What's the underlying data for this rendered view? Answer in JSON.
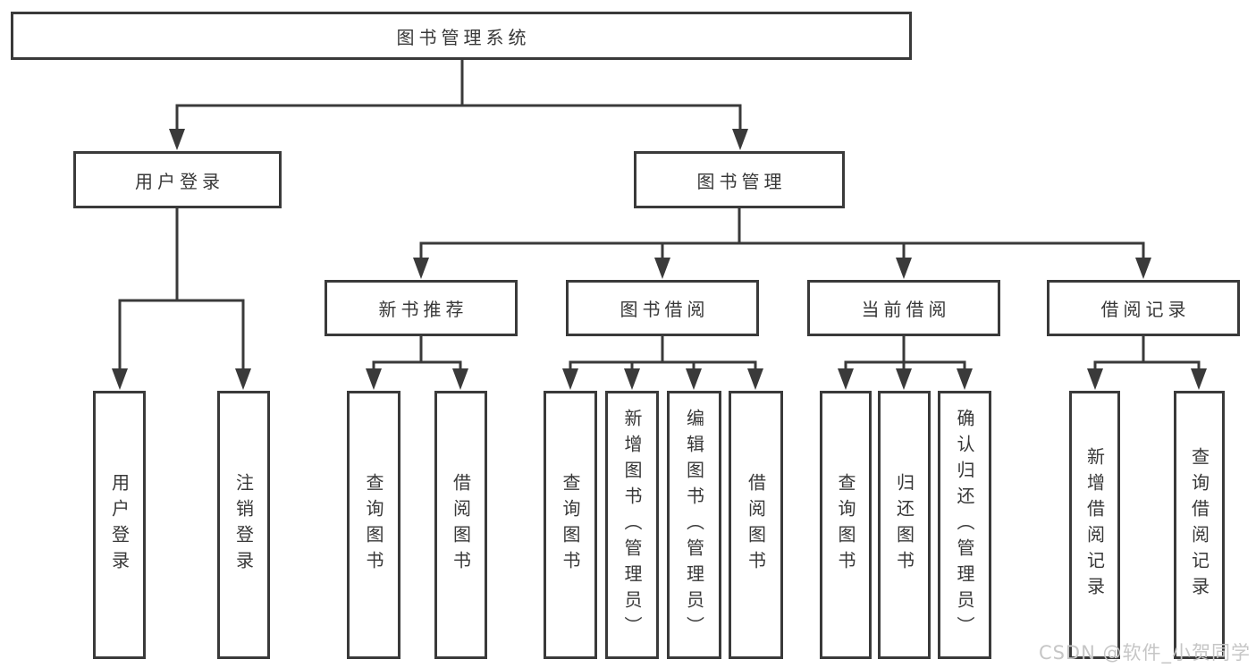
{
  "diagram": {
    "root": {
      "label": "图书管理系统"
    },
    "level2": [
      {
        "label": "用户登录"
      },
      {
        "label": "图书管理"
      }
    ],
    "level3": [
      {
        "label": "新书推荐"
      },
      {
        "label": "图书借阅"
      },
      {
        "label": "当前借阅"
      },
      {
        "label": "借阅记录"
      }
    ],
    "leaves": {
      "user_login": [
        "用户登录",
        "注销登录"
      ],
      "new_books": [
        "查询图书",
        "借阅图书"
      ],
      "book_borrowing": [
        "查询图书",
        "新增图书（管理员）",
        "编辑图书（管理员）",
        "借阅图书"
      ],
      "current_borrowing": [
        "查询图书",
        "归还图书",
        "确认归还（管理员）"
      ],
      "borrowing_records": [
        "新增借阅记录",
        "查询借阅记录"
      ]
    }
  },
  "watermark": {
    "text": "CSDN @软件_小贺同学"
  },
  "colors": {
    "line": "#3a3a3a",
    "text": "#383838",
    "box_fill": "#ffffff",
    "watermark": "#c6c6c6"
  }
}
